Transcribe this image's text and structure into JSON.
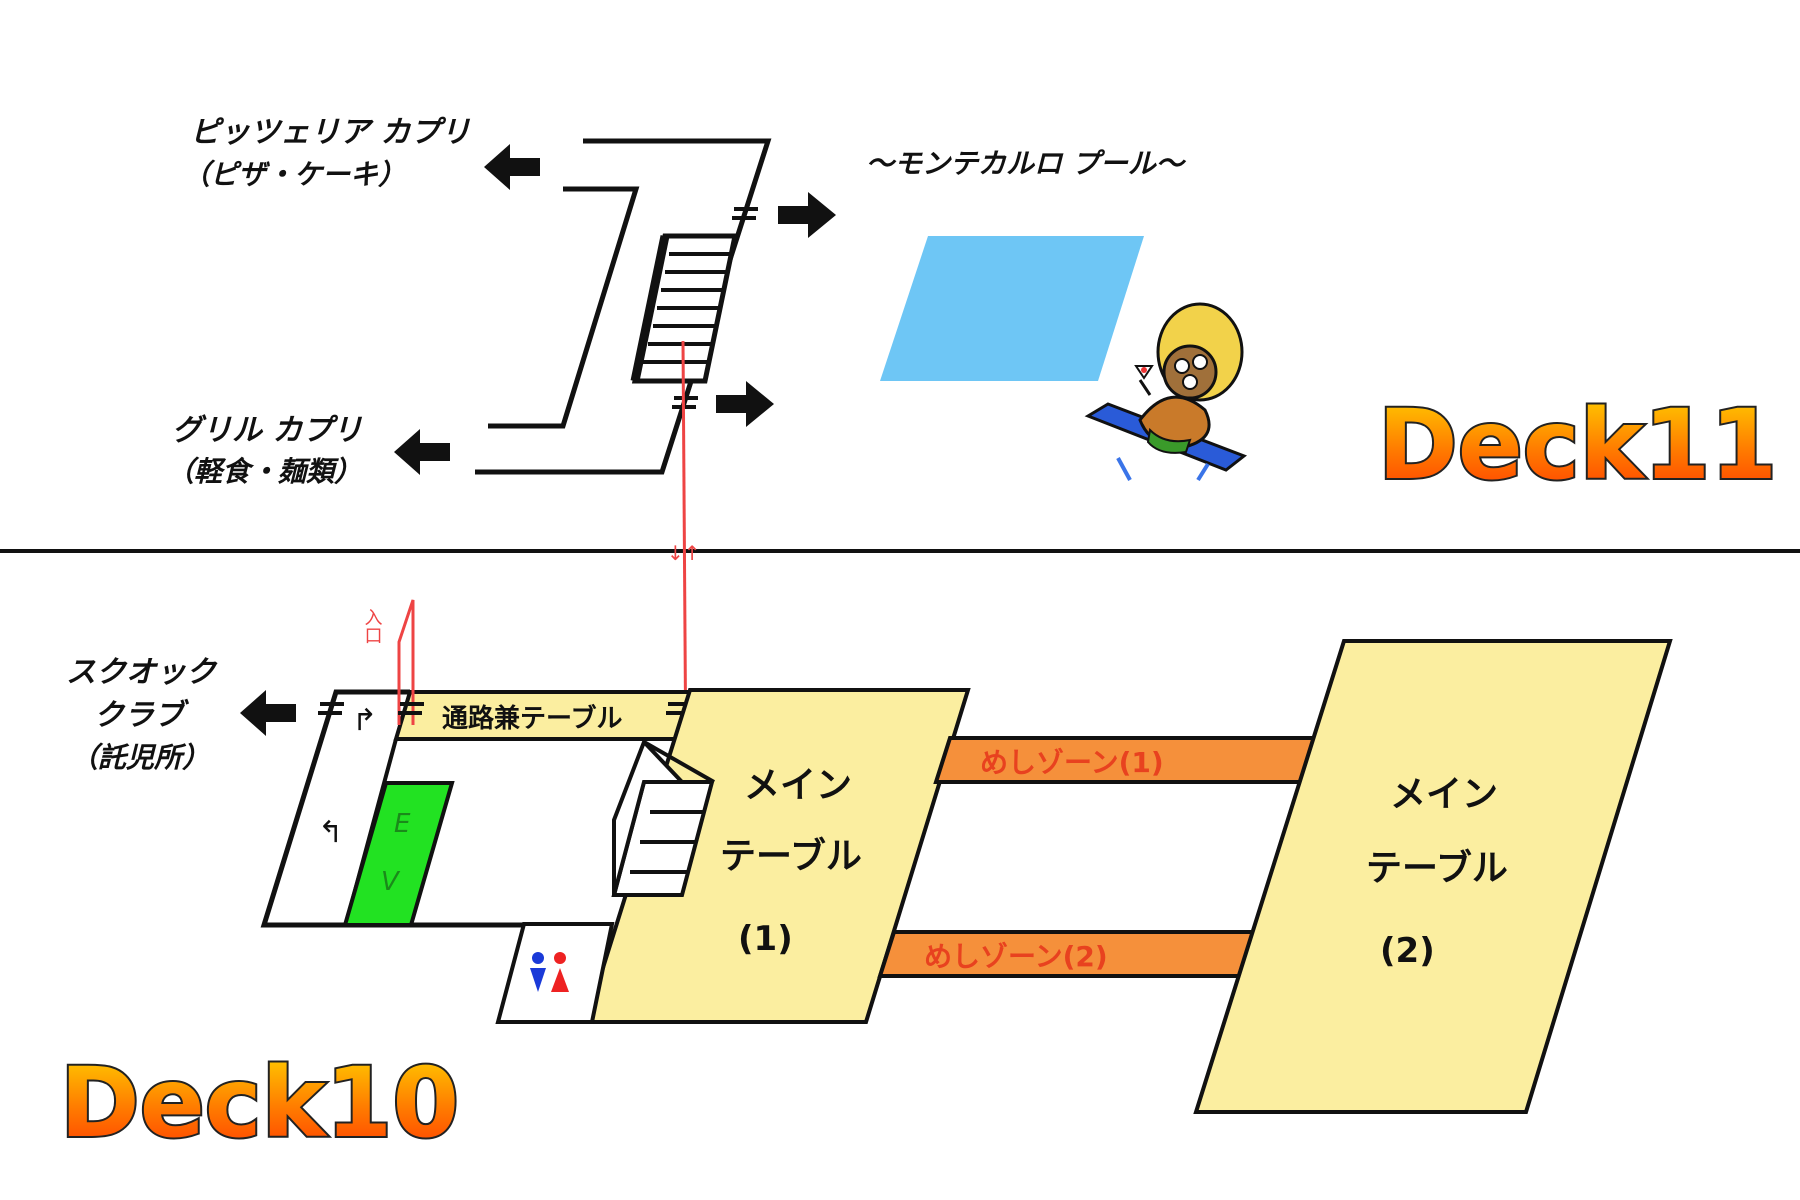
{
  "deck11": {
    "title": "Deck11",
    "pizzeria": {
      "name": "ピッツェリア カプリ",
      "sub": "（ピザ・ケーキ）"
    },
    "grill": {
      "name": "グリル カプリ",
      "sub": "（軽食・麺類）"
    },
    "pool": {
      "name": "〜モンテカルロ プール〜"
    },
    "stair_marker": "↓↑"
  },
  "deck10": {
    "title": "Deck10",
    "club": {
      "line1": "スクオック",
      "line2": "クラブ",
      "line3": "（託児所）"
    },
    "entrance": "入口",
    "corridor_label": "通路兼テーブル",
    "elevator": {
      "line1": "E",
      "line2": "V"
    },
    "zone1": "めしゾーン(1)",
    "zone2": "めしゾーン(2)",
    "main1": {
      "line1": "メイン",
      "line2": "テーブル",
      "line3": "(1)"
    },
    "main2": {
      "line1": "メイン",
      "line2": "テーブル",
      "line3": "(2)"
    }
  },
  "colors": {
    "pool": "#6ec6f5",
    "table": "#fbeea0",
    "zone": "#f5903b",
    "elevator": "#22e222",
    "entrance_line": "#ee4444",
    "deck_title": "#ff5a10"
  }
}
